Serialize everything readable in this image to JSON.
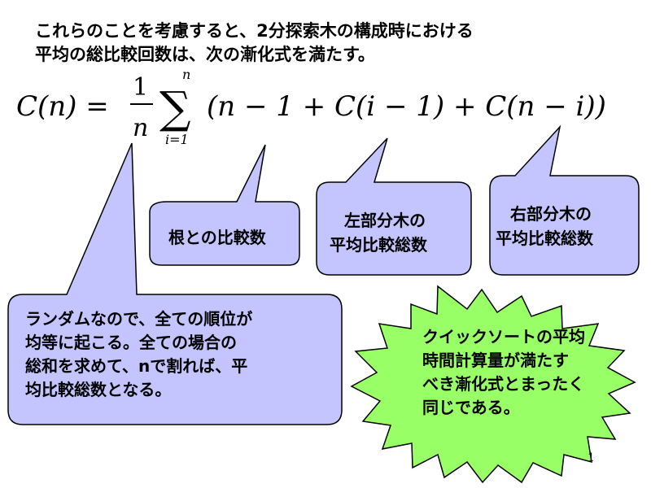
{
  "title_lines": [
    "これらのことを考慮すると、2分探索木の構成時における",
    "平均の総比較回数は、次の漸化式を満たす。"
  ],
  "formula": {
    "lhs": "C(n) =",
    "frac_numerator": "1",
    "frac_denominator": "n",
    "sum_upper": "n",
    "sum_lower": "i=1",
    "body": "(n − 1 + C(i − 1) + C(n − i))"
  },
  "callouts": {
    "root_compare": "根との比較数",
    "left_subtree": [
      "左部分木の",
      "平均比較総数"
    ],
    "right_subtree": [
      "右部分木の",
      "平均比較総数"
    ],
    "random_note": [
      "ランダムなので、全ての順位が",
      "均等に起こる。全ての場合の",
      "総和を求めて、nで割れば、平",
      "均比較総数となる。"
    ],
    "quicksort_note": [
      "クイックソートの平均",
      "時間計算量が満たす",
      "べき漸化式とまったく",
      "同じである。"
    ]
  },
  "colors": {
    "callout_fill": "#c4c4ff",
    "burst_fill": "#99ff66",
    "stroke": "#000000"
  },
  "page_number": "1"
}
